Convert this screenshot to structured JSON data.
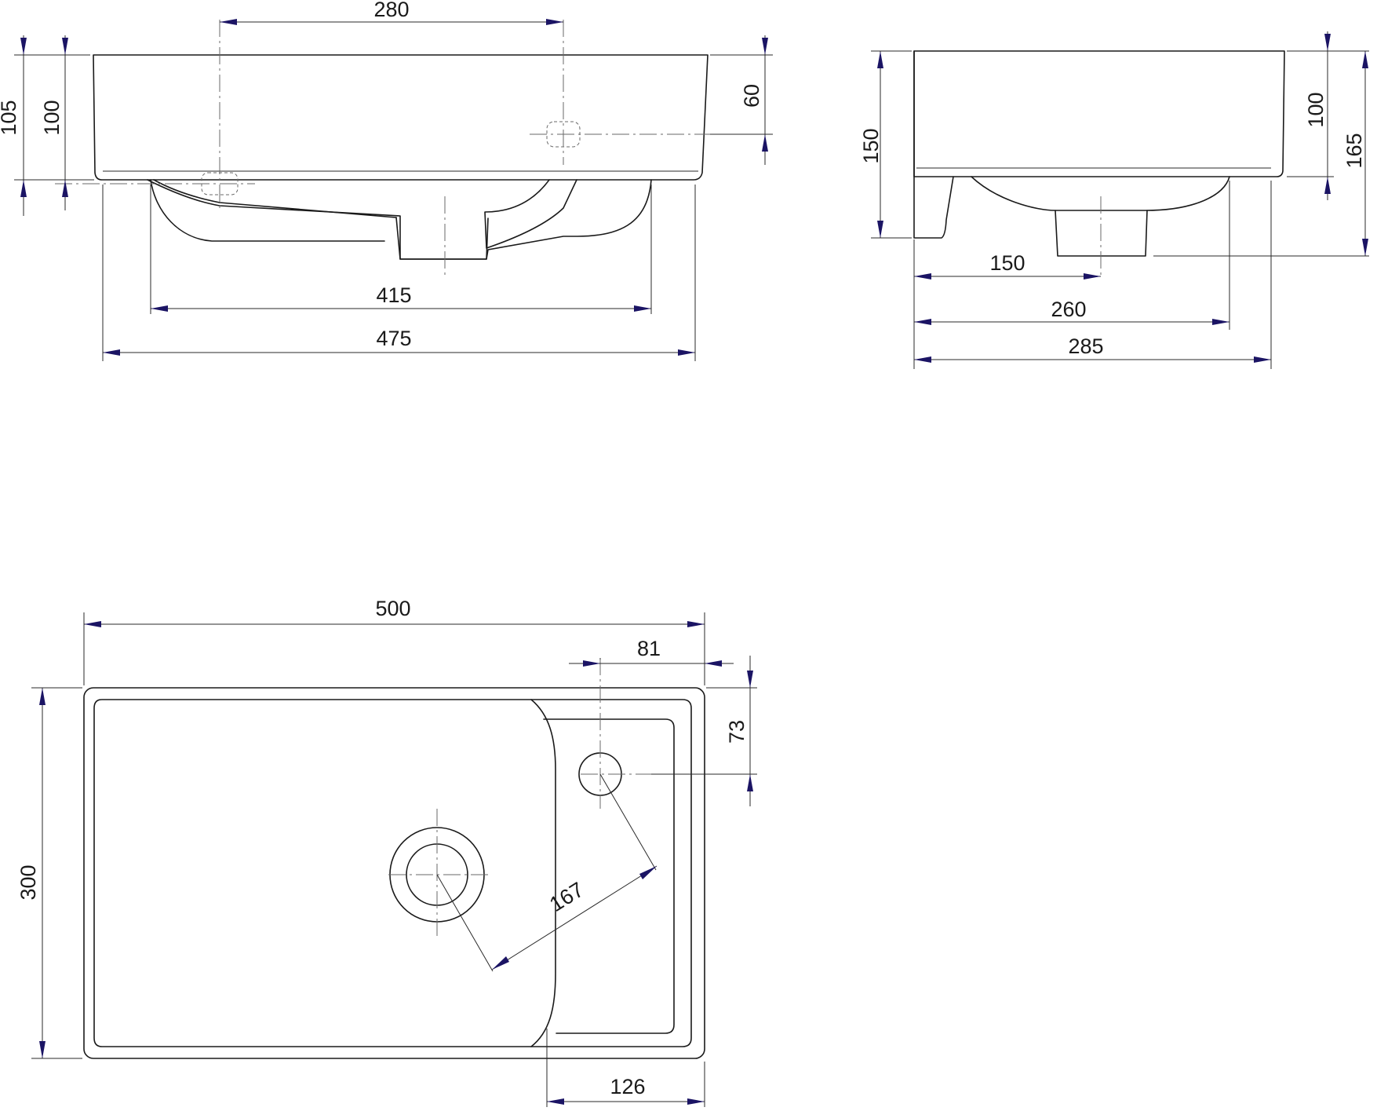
{
  "front_view": {
    "dims": {
      "tap_spacing": "280",
      "total_height": "105",
      "bowl_depth": "100",
      "tap_height": "60",
      "basin_width": "415",
      "overall_width": "475"
    }
  },
  "side_view": {
    "dims": {
      "front_height": "150",
      "bowl_depth": "100",
      "total_height": "165",
      "drain_offset": "150",
      "basin_depth": "260",
      "overall_depth": "285"
    }
  },
  "top_view": {
    "dims": {
      "overall_width": "500",
      "tap_offset_x": "81",
      "tap_offset_y": "73",
      "overall_depth": "300",
      "drain_to_tap": "167",
      "deck_width": "126"
    }
  },
  "colors": {
    "arrow": "#1b1464",
    "line": "#1a1a1a"
  }
}
